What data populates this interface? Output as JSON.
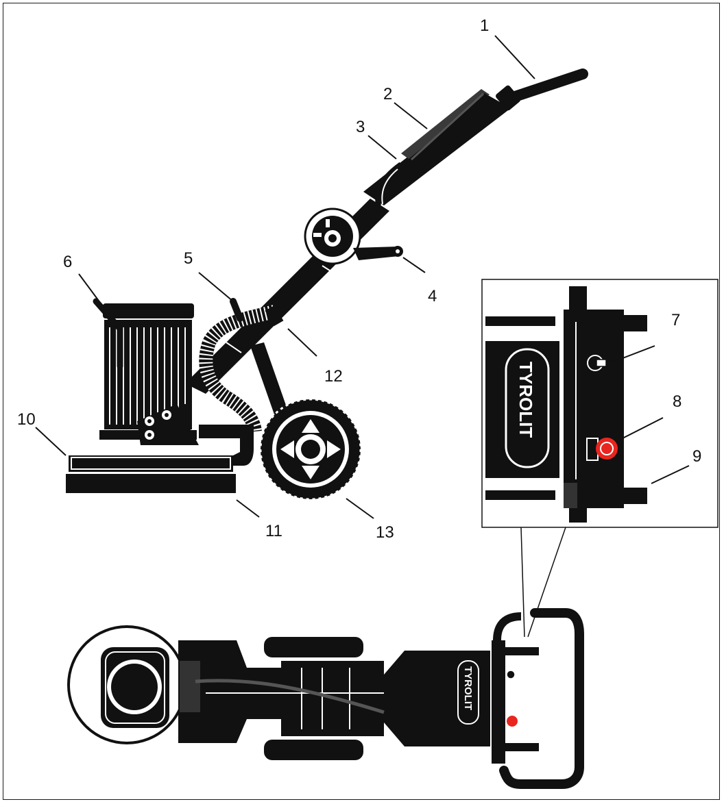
{
  "callouts": {
    "c1": "1",
    "c2": "2",
    "c3": "3",
    "c4": "4",
    "c5": "5",
    "c6": "6",
    "c7": "7",
    "c8": "8",
    "c9": "9",
    "c10": "10",
    "c11": "11",
    "c12": "12",
    "c13": "13"
  },
  "brand": "TYROLIT",
  "colors": {
    "ink": "#111111",
    "dark_grey": "#3a3a3a",
    "emergency_stop": "#e8251f",
    "paper": "#ffffff"
  },
  "icons": {
    "wheel": "wheel-icon",
    "motor": "motor-icon",
    "hose": "hose-icon",
    "emergency_stop": "emergency-stop-icon"
  }
}
